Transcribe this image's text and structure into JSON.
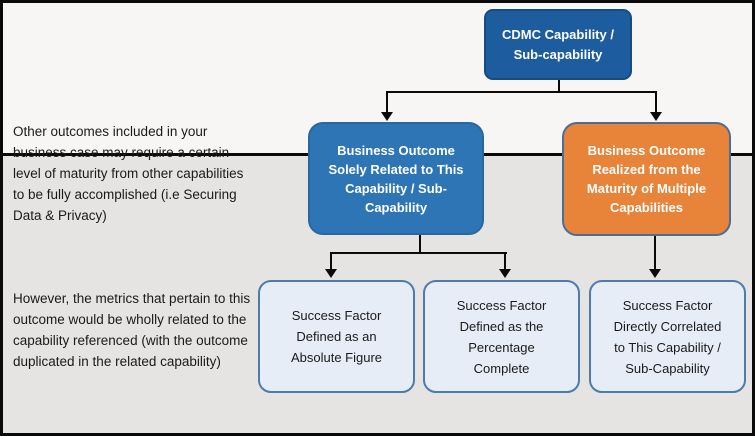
{
  "palette": {
    "page_bg": "#E5E4E2",
    "panel_bg": "#F7F6F4",
    "border": "#0A0A0A",
    "root_fill": "#1D5C9E",
    "blue_fill": "#2E75B6",
    "orange_fill": "#E8833A",
    "orange_border": "#4A6E96",
    "success_fill": "#E6EDF7",
    "success_border": "#4C7CAE"
  },
  "nodes": {
    "root": {
      "lines": [
        "CDMC Capability /",
        "Sub-capability"
      ]
    },
    "solely": {
      "lines": [
        "Business Outcome",
        "Solely Related to This",
        "Capability / Sub-",
        "Capability"
      ]
    },
    "multiple": {
      "lines": [
        "Business Outcome",
        "Realized from the",
        "Maturity of Multiple",
        "Capabilities"
      ]
    },
    "sf_absolute": {
      "lines": [
        "Success Factor",
        "Defined as an",
        "Absolute Figure"
      ]
    },
    "sf_percentage": {
      "lines": [
        "Success Factor",
        "Defined as the",
        "Percentage",
        "Complete"
      ]
    },
    "sf_correlated": {
      "lines": [
        "Success Factor",
        "Directly Correlated",
        "to This Capability /",
        "Sub-Capability"
      ]
    }
  },
  "notes": {
    "middle": "Other outcomes included in your business case may require a certain level of maturity from other capabilities to be fully accomplished (i.e Securing Data & Privacy)",
    "bottom": "However, the metrics that pertain to this outcome would be wholly related to the capability referenced (with the outcome duplicated in the related capability)"
  }
}
